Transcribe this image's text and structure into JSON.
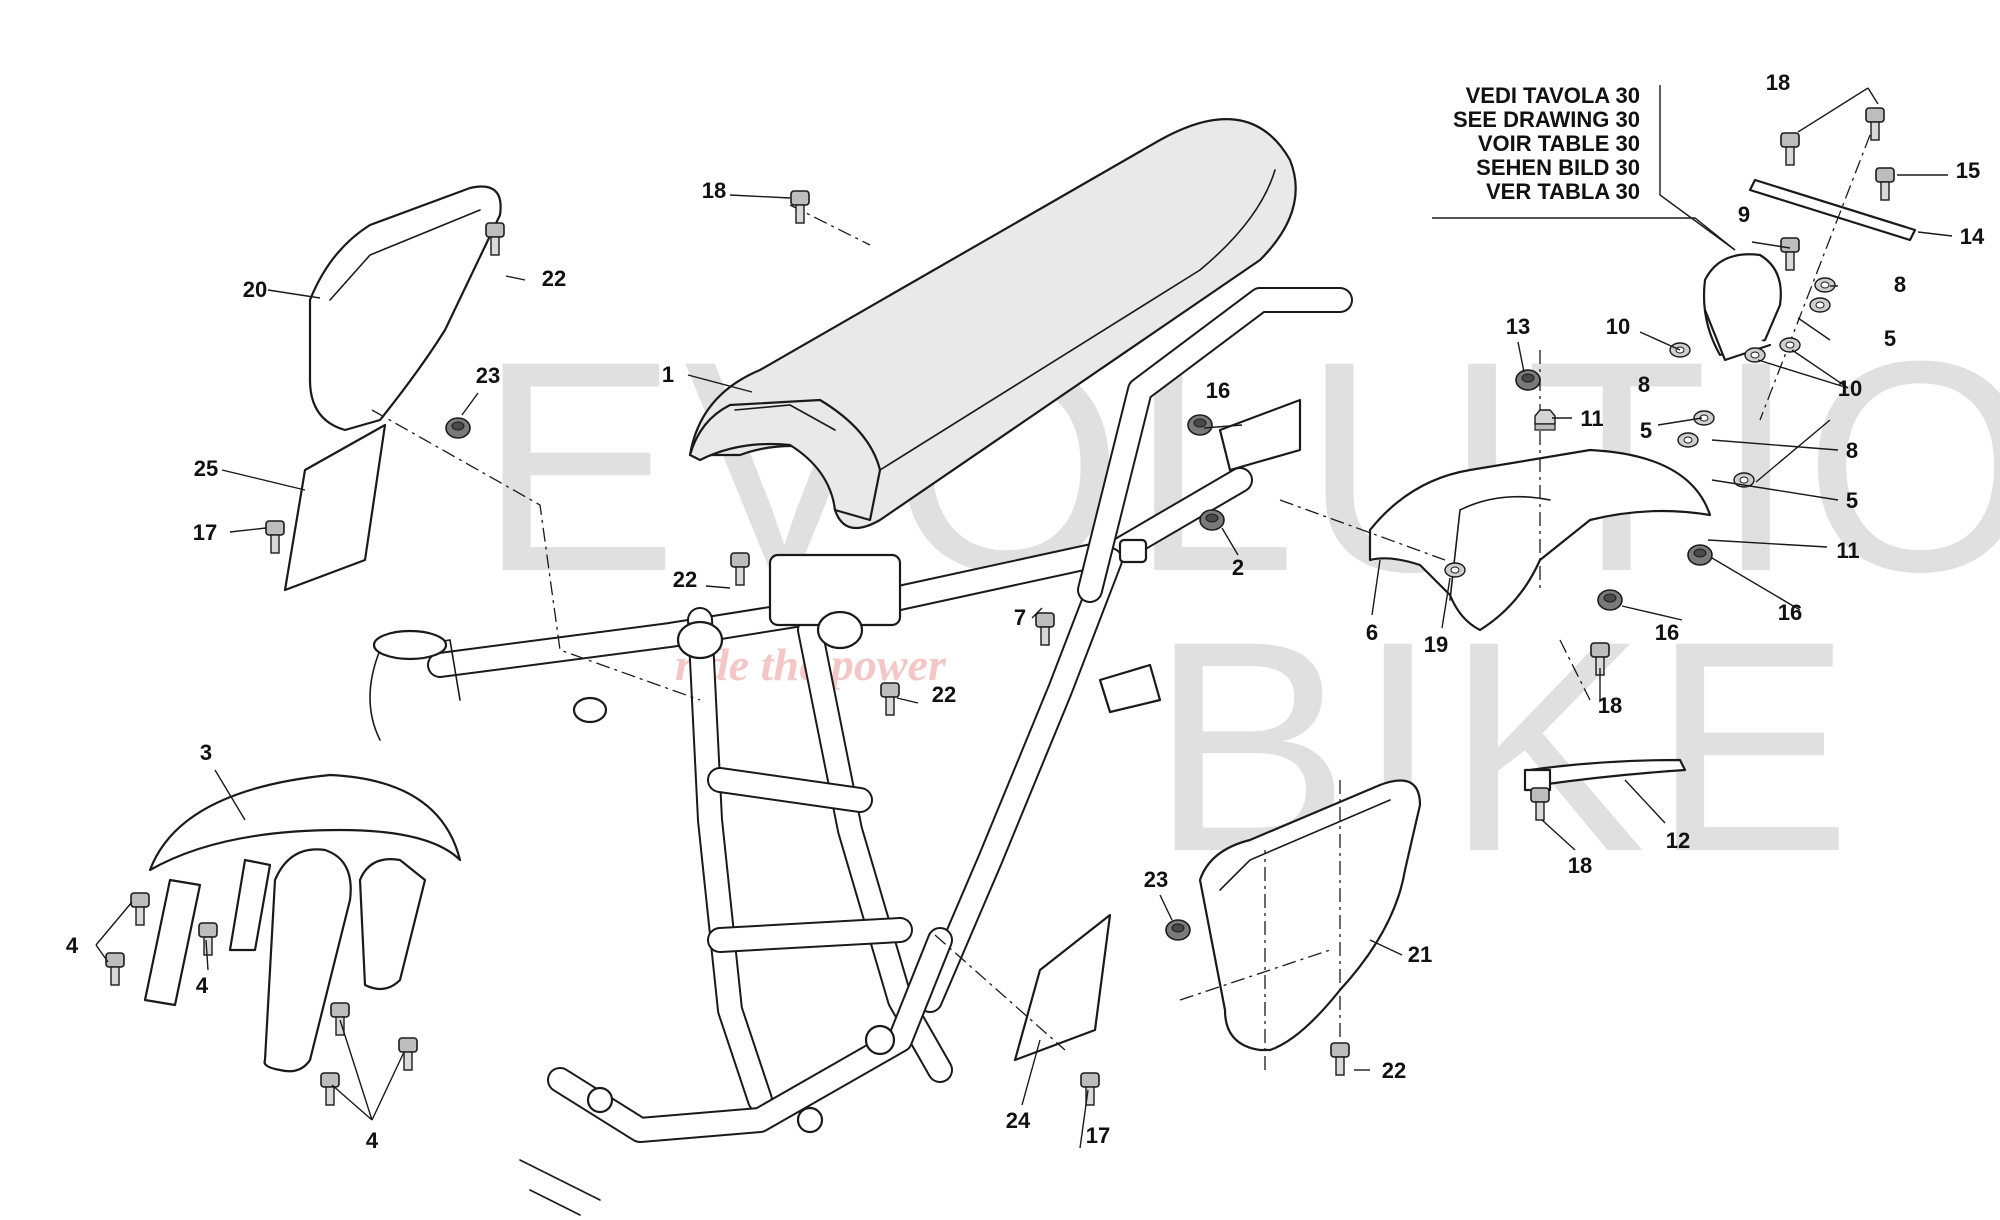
{
  "watermark": {
    "line1": "EVOLUTION",
    "line2": "BIKE",
    "tagline": "ride the power"
  },
  "reference_note": {
    "lines": [
      "VEDI TAVOLA 30",
      "SEE DRAWING 30",
      "VOIR TABLE 30",
      "SEHEN BILD 30",
      "VER TABLA 30"
    ]
  },
  "callouts": {
    "c1": "1",
    "c2": "2",
    "c3": "3",
    "c4a": "4",
    "c4b": "4",
    "c4c": "4",
    "c5a": "5",
    "c5b": "5",
    "c5c": "5",
    "c6": "6",
    "c7": "7",
    "c8a": "8",
    "c8b": "8",
    "c8c": "8",
    "c9": "9",
    "c10a": "10",
    "c10b": "10",
    "c11a": "11",
    "c11b": "11",
    "c12": "12",
    "c13": "13",
    "c14": "14",
    "c15": "15",
    "c16a": "16",
    "c16b": "16",
    "c16c": "16",
    "c17a": "17",
    "c17b": "17",
    "c18a": "18",
    "c18b": "18",
    "c18c": "18",
    "c18d": "18",
    "c19": "19",
    "c20": "20",
    "c21": "21",
    "c22a": "22",
    "c22b": "22",
    "c22c": "22",
    "c22d": "22",
    "c23a": "23",
    "c23b": "23",
    "c24": "24",
    "c25": "25"
  },
  "icons": [
    "bolt-icon",
    "rubber-grommet-icon",
    "nut-icon",
    "washer-icon"
  ]
}
